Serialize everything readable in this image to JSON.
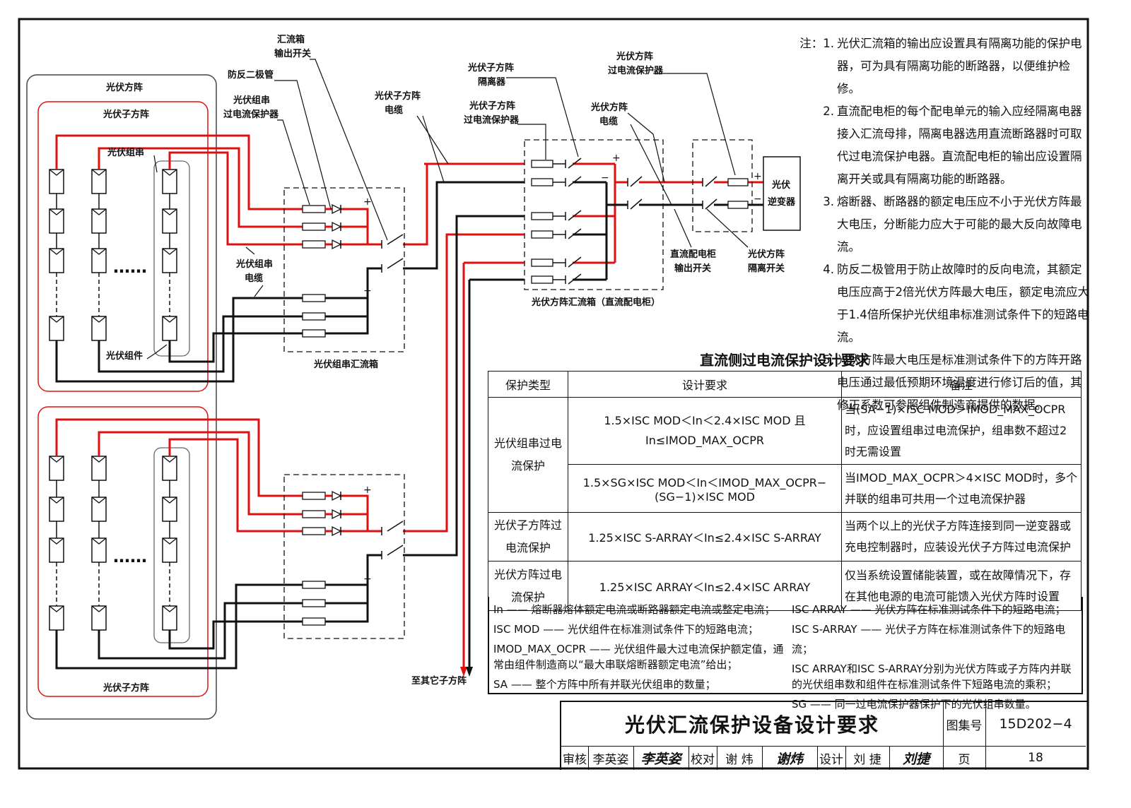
{
  "diagram_labels": {
    "pv_array": "光伏方阵",
    "pv_subarray_top": "光伏子方阵",
    "pv_subarray_bottom": "光伏子方阵",
    "pv_string": "光伏组串",
    "pv_module": "光伏组件",
    "string_cable_1": "光伏组串",
    "string_cable_2": "电缆",
    "ellipsis": "……",
    "combiner_out_switch_1": "汇流箱",
    "combiner_out_switch_2": "输出开关",
    "blocking_diode": "防反二极管",
    "string_ocp_1": "光伏组串",
    "string_ocp_2": "过电流保护器",
    "subarray_cable_1": "光伏子方阵",
    "subarray_cable_2": "电缆",
    "string_combiner_box": "光伏组串汇流箱",
    "subarray_isolator_1": "光伏子方阵",
    "subarray_isolator_2": "隔离器",
    "subarray_ocp_1": "光伏子方阵",
    "subarray_ocp_2": "过电流保护器",
    "array_cable_1": "光伏方阵",
    "array_cable_2": "电缆",
    "array_ocp_1": "光伏方阵",
    "array_ocp_2": "过电流保护器",
    "inverter_1": "光伏",
    "inverter_2": "逆变器",
    "dc_cabinet_out_1": "直流配电柜",
    "dc_cabinet_out_2": "输出开关",
    "array_isolating_switch_1": "光伏方阵",
    "array_isolating_switch_2": "隔离开关",
    "array_combiner_box": "光伏方阵汇流箱（直流配电柜）",
    "to_other_subarrays": "至其它子方阵",
    "plus": "+",
    "minus": "−"
  },
  "notes": {
    "prefix": "注：",
    "items": [
      {
        "num": "1.",
        "text": "光伏汇流箱的输出应设置具有隔离功能的保护电器，可为具有隔离功能的断路器，以便维护检修。"
      },
      {
        "num": "2.",
        "text": "直流配电柜的每个配电单元的输入应经隔离电器接入汇流母排，隔离电器选用直流断路器时可取代过电流保护电器。直流配电柜的输出应设置隔离开关或具有隔离功能的断路器。"
      },
      {
        "num": "3.",
        "text": "熔断器、断路器的额定电压应不小于光伏方阵最大电压，分断能力应大于可能的最大反向故障电流。"
      },
      {
        "num": "4.",
        "text": "防反二极管用于防止故障时的反向电流，其额定电压应高于2倍光伏方阵最大电压，额定电流应大于1.4倍所保护光伏组串标准测试条件下的短路电流。"
      },
      {
        "num": "5.",
        "text": "光伏方阵最大电压是标准测试条件下的方阵开路电压通过最低预期环境温度进行修订后的值，其修正系数可参照组件制造商提供的数据。"
      }
    ]
  },
  "table": {
    "title": "直流侧过电流保护设计要求",
    "headers": [
      "保护类型",
      "设计要求",
      "备注"
    ],
    "rows": {
      "string_type": "光伏组串过电流保护",
      "string_req1": "1.5×ISC MOD＜In＜2.4×ISC MOD 且In≤IMOD_MAX_OCPR",
      "string_rem1": "当(SA−1)×ISC MOD＞IMOD_MAX_OCPR时，应设置组串过电流保护，组串数不超过2时无需设置",
      "string_req2": "1.5×SG×ISC MOD＜In＜IMOD_MAX_OCPR−(SG−1)×ISC MOD",
      "string_rem2": "当IMOD_MAX_OCPR＞4×ISC MOD时，多个并联的组串可共用一个过电流保护器",
      "sub_type": "光伏子方阵过电流保护",
      "sub_req": "1.25×ISC S-ARRAY＜In≤2.4×ISC S-ARRAY",
      "sub_rem": "当两个以上的光伏子方阵连接到同一逆变器或充电控制器时，应装设光伏子方阵过电流保护",
      "arr_type": "光伏方阵过电流保护",
      "arr_req": "1.25×ISC ARRAY＜In≤2.4×ISC ARRAY",
      "arr_rem": "仅当系统设置储能装置，或在故障情况下，存在其他电源的电流可能馈入光伏方阵时设置"
    }
  },
  "legend": {
    "left": [
      "In —— 熔断器熔体额定电流或断路器额定电流或整定电流；",
      "ISC MOD —— 光伏组件在标准测试条件下的短路电流；",
      "IMOD_MAX_OCPR —— 光伏组件最大过电流保护额定值，通常由组件制造商以“最大串联熔断器额定电流”给出；",
      "SA —— 整个方阵中所有并联光伏组串的数量；"
    ],
    "right": [
      "ISC ARRAY —— 光伏方阵在标准测试条件下的短路电流；",
      "ISC S-ARRAY —— 光伏子方阵在标准测试条件下的短路电流；",
      "ISC ARRAY和ISC S-ARRAY分别为光伏方阵或子方阵内并联的光伏组串数和组件在标准测试条件下短路电流的乘积；",
      "SG —— 同一过电流保护器保护下的光伏组串数量。"
    ]
  },
  "title_block": {
    "title": "光伏汇流保护设备设计要求",
    "atlas_label": "图集号",
    "atlas_no": "15D202−4",
    "review_label": "审核",
    "review_name": "李英姿",
    "review_sig": "李英姿",
    "check_label": "校对",
    "check_name": "谢 炜",
    "check_sig": "谢炜",
    "design_label": "设计",
    "design_name": "刘 捷",
    "design_sig": "刘捷",
    "page_label": "页",
    "page_no": "18"
  },
  "colors": {
    "positive": "#e01010",
    "negative": "#111111",
    "subarray_box": "#e01010",
    "frame": "#111111"
  }
}
